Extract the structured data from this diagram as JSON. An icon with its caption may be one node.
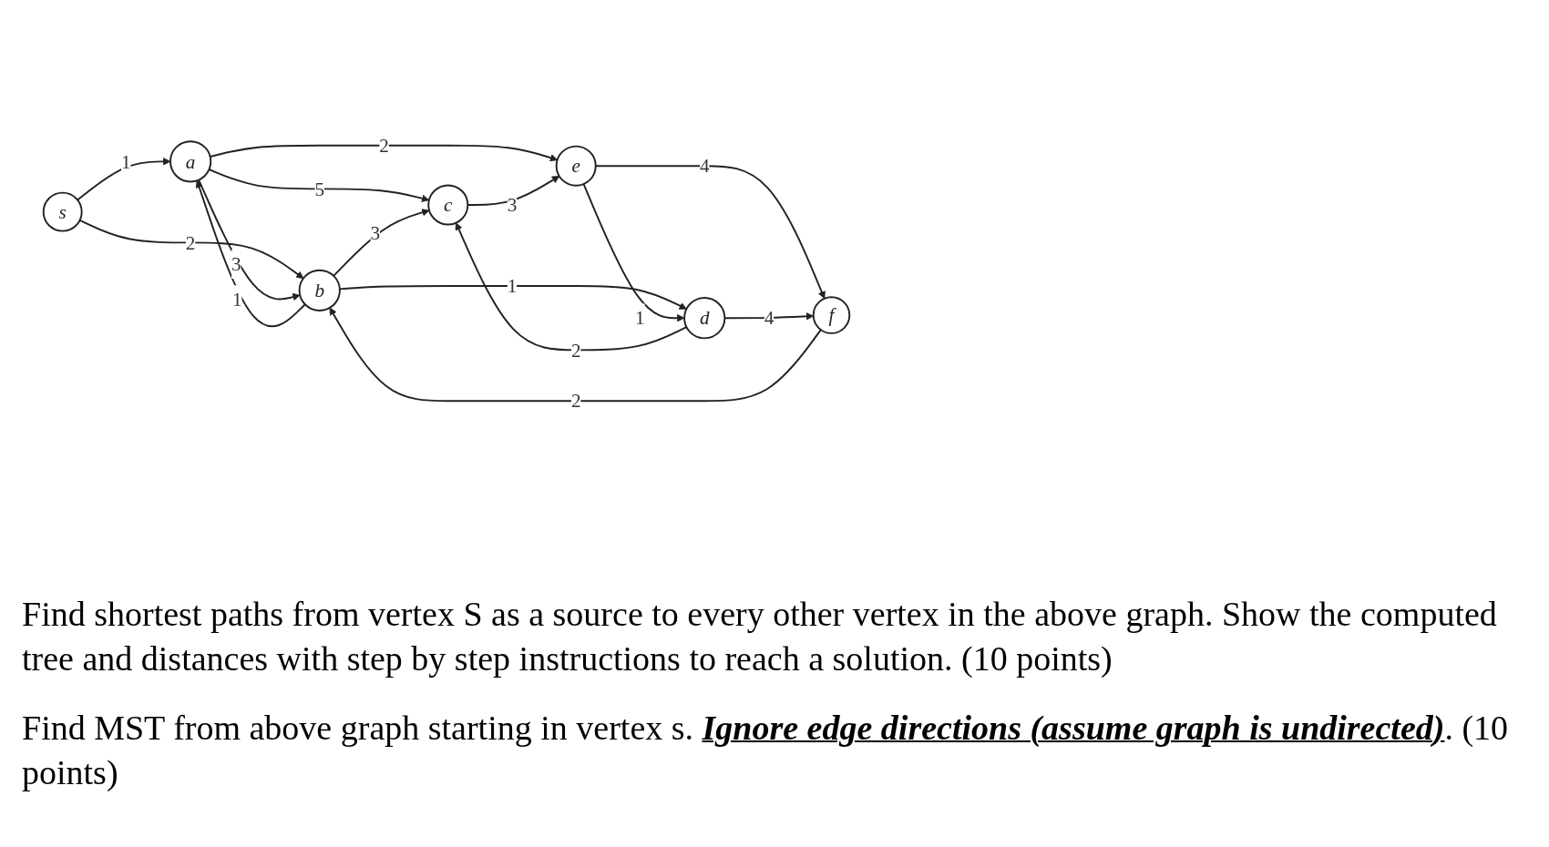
{
  "diagram": {
    "nodes": [
      {
        "text": [
          "s"
        ]
      },
      {
        "text": [
          "a"
        ]
      },
      {
        "text": [
          "b"
        ]
      },
      {
        "text": [
          "c"
        ]
      },
      {
        "text": [
          "d"
        ]
      },
      {
        "text": [
          "e"
        ]
      },
      {
        "text": [
          "f"
        ]
      }
    ],
    "edges": [
      {
        "from": 0,
        "to": 1,
        "arrow": "to",
        "label": "1"
      },
      {
        "from": 0,
        "to": 2,
        "arrow": "to",
        "label": "2"
      },
      {
        "from": 2,
        "to": 1,
        "arrow": "to",
        "label": "1"
      },
      {
        "from": 1,
        "to": 2,
        "arrow": "to",
        "label": "3"
      },
      {
        "from": 1,
        "to": 3,
        "arrow": "to",
        "label": "5"
      },
      {
        "from": 1,
        "to": 5,
        "arrow": "to",
        "label": "2"
      },
      {
        "from": 2,
        "to": 3,
        "arrow": "to",
        "label": "3"
      },
      {
        "from": 2,
        "to": 4,
        "arrow": "to",
        "label": "1"
      },
      {
        "from": 4,
        "to": 3,
        "arrow": "to",
        "label": "2"
      },
      {
        "from": 5,
        "to": 4,
        "arrow": "to",
        "label": "1"
      },
      {
        "from": 3,
        "to": 5,
        "arrow": "to",
        "label": "3"
      },
      {
        "from": 5,
        "to": 6,
        "arrow": "to",
        "label": "4"
      },
      {
        "from": 4,
        "to": 6,
        "arrow": "to",
        "label": "4"
      },
      {
        "from": 6,
        "to": 2,
        "arrow": "to",
        "label": "2"
      }
    ],
    "labels": [
      "Find shortest paths from vertex S as a source to every other vertex in the above graph. Show the computed tree and distances with step by step instructions to reach a solution. (10 points)",
      "Find MST from above graph starting in vertex s. **Ignore edge directions (assume graph is undirected)**. (10 points)"
    ]
  }
}
